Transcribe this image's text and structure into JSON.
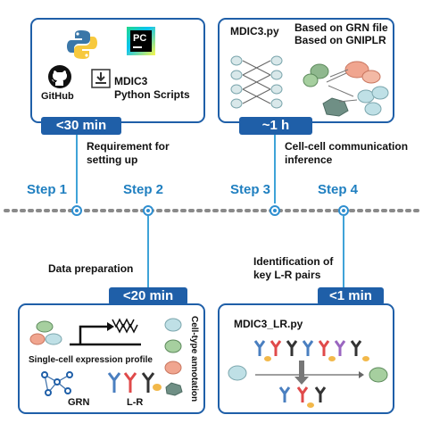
{
  "panel1": {
    "github_label": "GitHub",
    "scripts_label": "MDIC3\nPython Scripts",
    "pc_logo_text": "PC",
    "time_tag": "<30 min",
    "caption": "Requirement for\nsetting up"
  },
  "panel2": {
    "script_name": "MDIC3.py",
    "method1": "Based on GRN file",
    "method2": "Based on GNIPLR",
    "time_tag": "~1 h",
    "caption": "Cell-cell communication\ninference"
  },
  "panel3": {
    "caption": "Data preparation",
    "time_tag": "<20 min",
    "expression_label": "Single-cell expression profile",
    "grn_label": "GRN",
    "lr_label": "L-R",
    "annotation_label": "Cell-type annotation"
  },
  "panel4": {
    "caption": "Identification of\nkey L-R pairs",
    "time_tag": "<1 min",
    "script_name": "MDIC3_LR.py"
  },
  "steps": [
    "Step 1",
    "Step 2",
    "Step 3",
    "Step 4"
  ],
  "colors": {
    "accent": "#1f5fa8",
    "step_text": "#1f7fc0",
    "timeline_dot": "#8a8a8a"
  }
}
